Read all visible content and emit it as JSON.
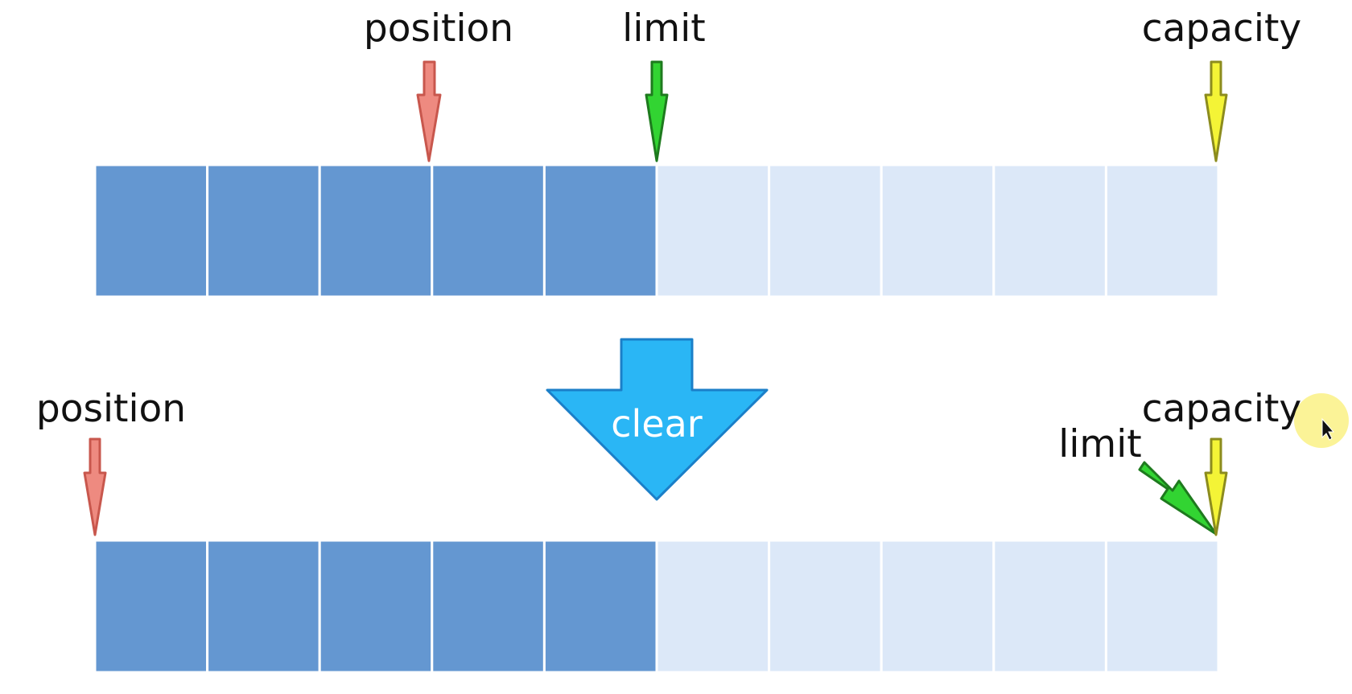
{
  "top_buffer": {
    "cells": [
      {
        "state": "filled"
      },
      {
        "state": "filled"
      },
      {
        "state": "filled"
      },
      {
        "state": "filled"
      },
      {
        "state": "filled"
      },
      {
        "state": "empty"
      },
      {
        "state": "empty"
      },
      {
        "state": "empty"
      },
      {
        "state": "empty"
      },
      {
        "state": "empty"
      }
    ],
    "pointers": [
      {
        "label": "position",
        "color": "pink"
      },
      {
        "label": "limit",
        "color": "green"
      },
      {
        "label": "capacity",
        "color": "yellow"
      }
    ]
  },
  "operation": {
    "label": "clear",
    "color": "#2ab6f5"
  },
  "bottom_buffer": {
    "cells": [
      {
        "state": "filled"
      },
      {
        "state": "filled"
      },
      {
        "state": "filled"
      },
      {
        "state": "filled"
      },
      {
        "state": "filled"
      },
      {
        "state": "empty"
      },
      {
        "state": "empty"
      },
      {
        "state": "empty"
      },
      {
        "state": "empty"
      },
      {
        "state": "empty"
      }
    ],
    "pointers": [
      {
        "label": "position",
        "color": "pink"
      },
      {
        "label": "limit",
        "color": "green"
      },
      {
        "label": "capacity",
        "color": "yellow"
      }
    ]
  },
  "colors": {
    "filled_cell": "#6497d1",
    "empty_cell": "#dce8f8",
    "cell_border": "#ffffff",
    "pink_fill": "#ee8a80",
    "pink_stroke": "#c8574d",
    "green_fill": "#32d432",
    "green_stroke": "#1e7a1e",
    "yellow_fill": "#f4f436",
    "yellow_stroke": "#8c8c1e",
    "clear_arrow_stroke": "#1b7fc8",
    "cursor_highlight": "#fbf28c"
  }
}
